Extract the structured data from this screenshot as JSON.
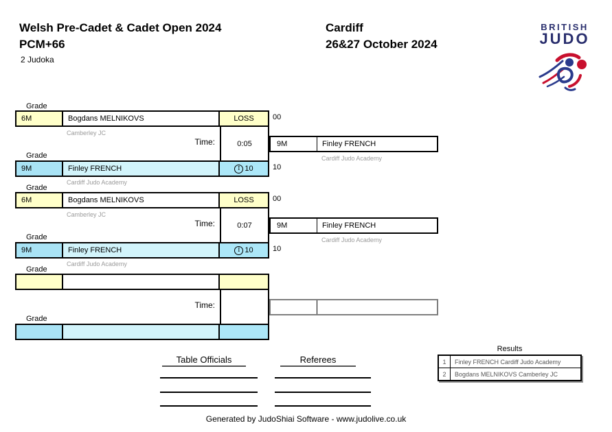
{
  "header": {
    "title": "Welsh Pre-Cadet & Cadet Open 2024",
    "category": "PCM+66",
    "entry_count": "2 Judoka",
    "location": "Cardiff",
    "dates": "26&27 October 2024",
    "logo": {
      "line1": "BRITISH",
      "line2": "JUDO",
      "mark_icon": "judo-figures-icon",
      "navy": "#2a2f6e",
      "red": "#c8102e"
    }
  },
  "labels": {
    "grade": "Grade",
    "time": "Time:"
  },
  "matches": [
    {
      "top": {
        "grade": "6M",
        "name": "Bogdans MELNIKOVS",
        "club": "Camberley JC",
        "mark": "",
        "result": "LOSS",
        "points": "00"
      },
      "time": "0:05",
      "bottom": {
        "grade": "9M",
        "name": "Finley FRENCH",
        "club": "Cardiff Judo Academy",
        "mark": "I",
        "result": "10",
        "points": "10"
      },
      "winner": {
        "grade": "9M",
        "name": "Finley FRENCH",
        "club": "Cardiff Judo Academy"
      }
    },
    {
      "top": {
        "grade": "6M",
        "name": "Bogdans MELNIKOVS",
        "club": "Camberley JC",
        "mark": "",
        "result": "LOSS",
        "points": "00"
      },
      "time": "0:07",
      "bottom": {
        "grade": "9M",
        "name": "Finley FRENCH",
        "club": "Cardiff Judo Academy",
        "mark": "I",
        "result": "10",
        "points": "10"
      },
      "winner": {
        "grade": "9M",
        "name": "Finley FRENCH",
        "club": "Cardiff Judo Academy"
      }
    },
    {
      "top": {
        "grade": "",
        "name": "",
        "club": "",
        "mark": "",
        "result": "",
        "points": ""
      },
      "time": "",
      "bottom": {
        "grade": "",
        "name": "",
        "club": "",
        "mark": "",
        "result": "",
        "points": ""
      },
      "winner": {
        "grade": "",
        "name": "",
        "club": ""
      }
    }
  ],
  "results": {
    "title": "Results",
    "rows": [
      {
        "rank": "1",
        "entry": "Finley FRENCH Cardiff Judo Academy"
      },
      {
        "rank": "2",
        "entry": "Bogdans MELNIKOVS Camberley JC"
      }
    ]
  },
  "officials": {
    "table_officials": "Table Officials",
    "referees": "Referees"
  },
  "footer": "Generated by JudoShiai Software - www.judolive.co.uk"
}
